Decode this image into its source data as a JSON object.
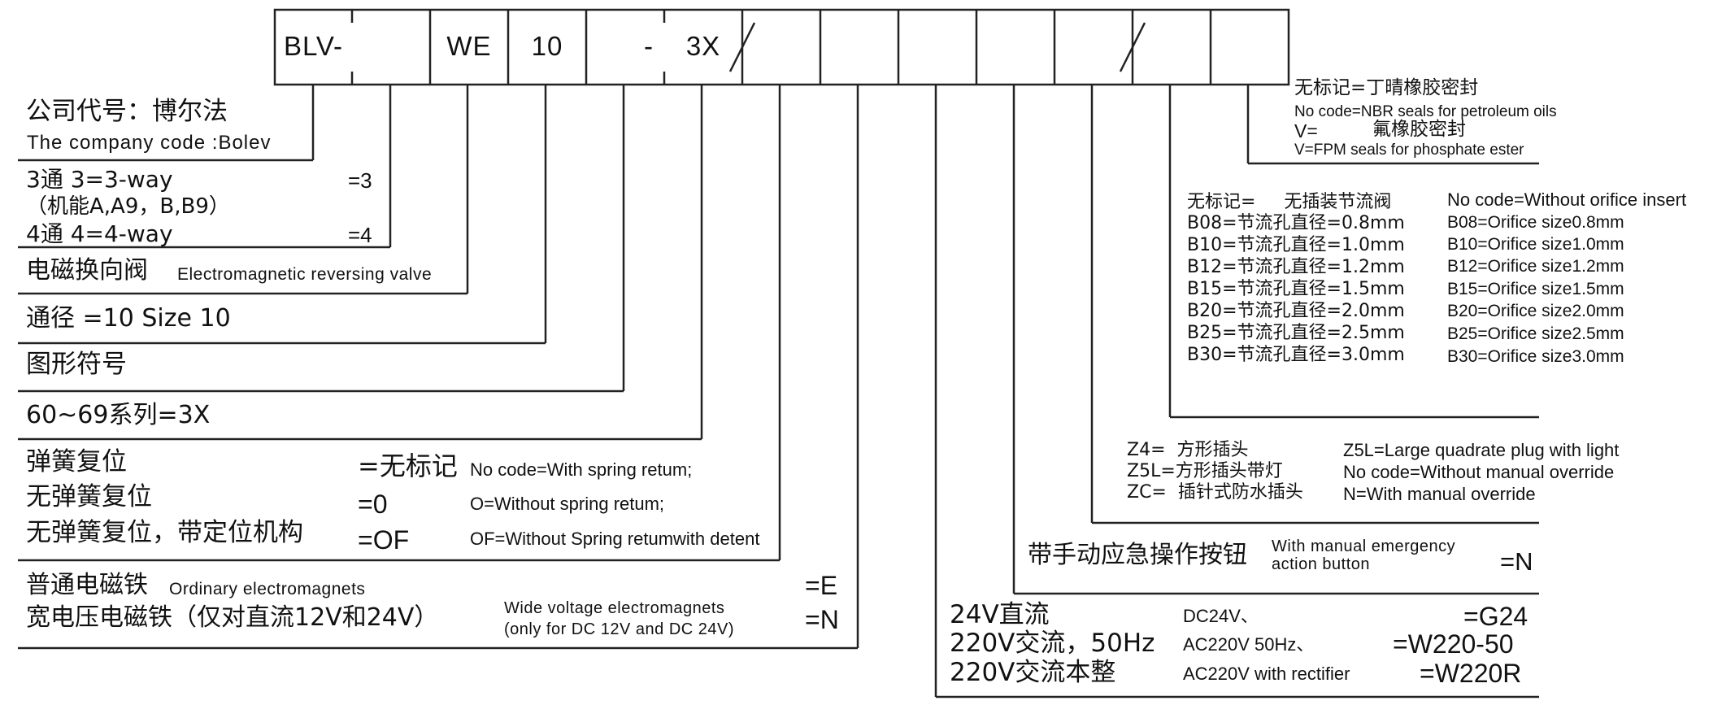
{
  "code_boxes": [
    "BLV-",
    "",
    "WE",
    "10",
    "-",
    "3X",
    "/",
    "",
    "",
    "",
    "",
    "/",
    "",
    ""
  ],
  "company": {
    "label_cn": "公司代号：博尔法",
    "label_en": "The company code :Bolev"
  },
  "way": {
    "line1": "3通 3=3-way",
    "line1_code": "=3",
    "line2": "（机能A,A9，B,B9）",
    "line3": "4通 4=4-way",
    "line3_code": "=4"
  },
  "valve": {
    "label_cn": "电磁换向阀",
    "label_en": "Electromagnetic reversing valve"
  },
  "size": {
    "label": "通径 =10  Size 10"
  },
  "symbol": {
    "label": "图形符号"
  },
  "series": {
    "label": "60~69系列=3X"
  },
  "spring": {
    "rows": [
      {
        "cn": "弹簧复位",
        "code": "=无标记",
        "en": "No code=With spring retum;"
      },
      {
        "cn": "无弹簧复位",
        "code": "=0",
        "en": "O=Without spring retum;"
      },
      {
        "cn": "无弹簧复位，带定位机构",
        "code": "=OF",
        "en": "OF=Without Spring retumwith detent"
      }
    ]
  },
  "magnet": {
    "row1_cn": "普通电磁铁",
    "row1_en": "Ordinary electromagnets",
    "row1_code": "=E",
    "row2_cn": "宽电压电磁铁（仅对直流12V和24V）",
    "row2_en1": "Wide voltage electromagnets",
    "row2_en2": "(only for DC 12V and DC 24V)",
    "row2_code": "=N"
  },
  "seals": {
    "line1": "无标记=丁晴橡胶密封",
    "line2": "No code=NBR seals for petroleum oils",
    "line3_code": "V=",
    "line3_cn": "氟橡胶密封",
    "line4": "V=FPM seals for phosphate ester"
  },
  "orifice": {
    "cn": [
      "无标记=     无插装节流阀",
      "B08=节流孔直径=0.8mm",
      "B10=节流孔直径=1.0mm",
      "B12=节流孔直径=1.2mm",
      "B15=节流孔直径=1.5mm",
      "B20=节流孔直径=2.0mm",
      "B25=节流孔直径=2.5mm",
      "B30=节流孔直径=3.0mm"
    ],
    "en": [
      "No code=Without orifice insert",
      "B08=Orifice size0.8mm",
      "B10=Orifice size1.0mm",
      "B12=Orifice size1.2mm",
      "B15=Orifice size1.5mm",
      "B20=Orifice size2.0mm",
      "B25=Orifice size2.5mm",
      "B30=Orifice size3.0mm"
    ]
  },
  "plug": {
    "cn": [
      "Z4=  方形插头",
      "Z5L=方形插头带灯",
      "ZC=  插针式防水插头"
    ],
    "en": [
      "Z5L=Large quadrate plug with light",
      "No code=Without manual override",
      "N=With manual override"
    ]
  },
  "manual": {
    "cn": "带手动应急操作按钮",
    "en1": "With manual emergency",
    "en2": "action button",
    "code": "=N"
  },
  "voltage": {
    "rows": [
      {
        "cn": "24V直流",
        "en": "DC24V、",
        "code": "=G24"
      },
      {
        "cn": "220V交流，50Hz",
        "en": "AC220V 50Hz、",
        "code": "=W220-50"
      },
      {
        "cn": "220V交流本整",
        "en": "AC220V with rectifier",
        "code": "=W220R"
      }
    ]
  }
}
